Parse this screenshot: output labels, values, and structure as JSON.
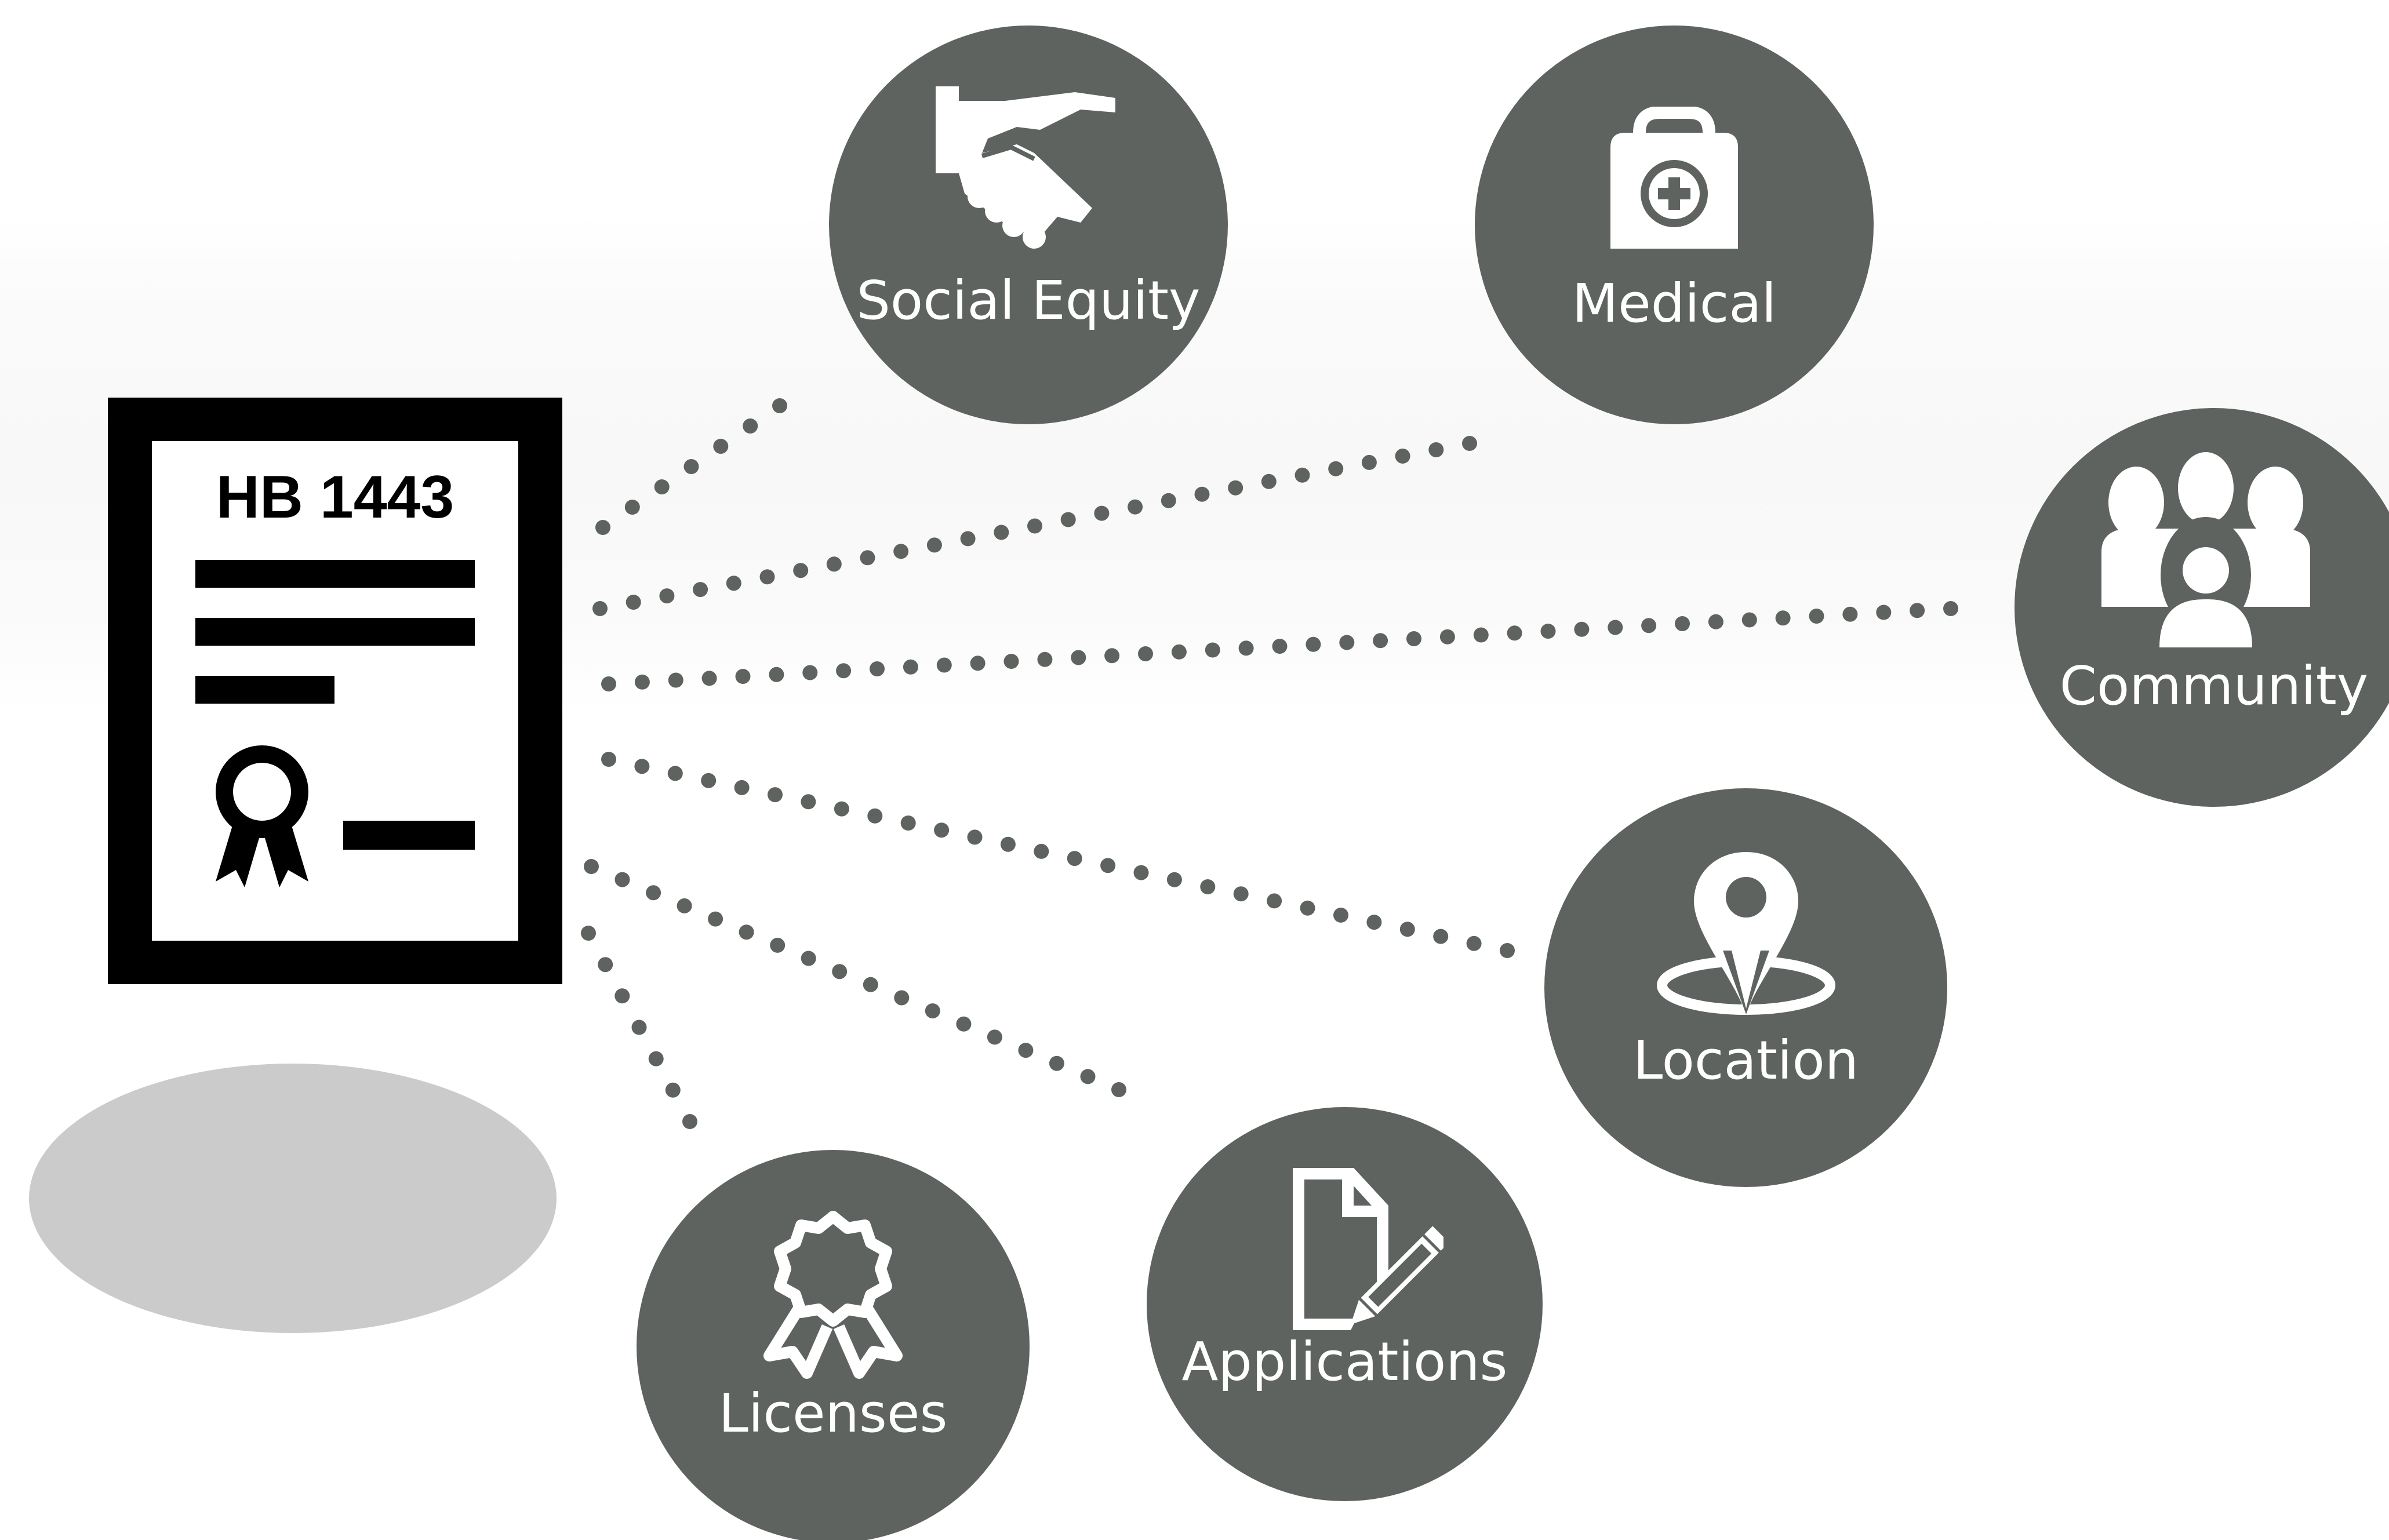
{
  "document": {
    "title": "HB 1443",
    "icon": "award-ribbon-icon"
  },
  "nodes": [
    {
      "id": "social-equity",
      "label": "Social Equity",
      "icon": "handshake-icon"
    },
    {
      "id": "medical",
      "label": "Medical",
      "icon": "medical-kit-icon"
    },
    {
      "id": "community",
      "label": "Community",
      "icon": "group-people-icon"
    },
    {
      "id": "location",
      "label": "Location",
      "icon": "map-pin-icon"
    },
    {
      "id": "applications",
      "label": "Applications",
      "icon": "document-edit-icon"
    },
    {
      "id": "licenses",
      "label": "Licenses",
      "icon": "badge-ribbon-icon"
    }
  ],
  "colors": {
    "node_fill": "#5e6360",
    "node_text": "#ffffff",
    "connector": "#5e6360",
    "document_border": "#000000",
    "shadow": "#cbcbcb"
  }
}
